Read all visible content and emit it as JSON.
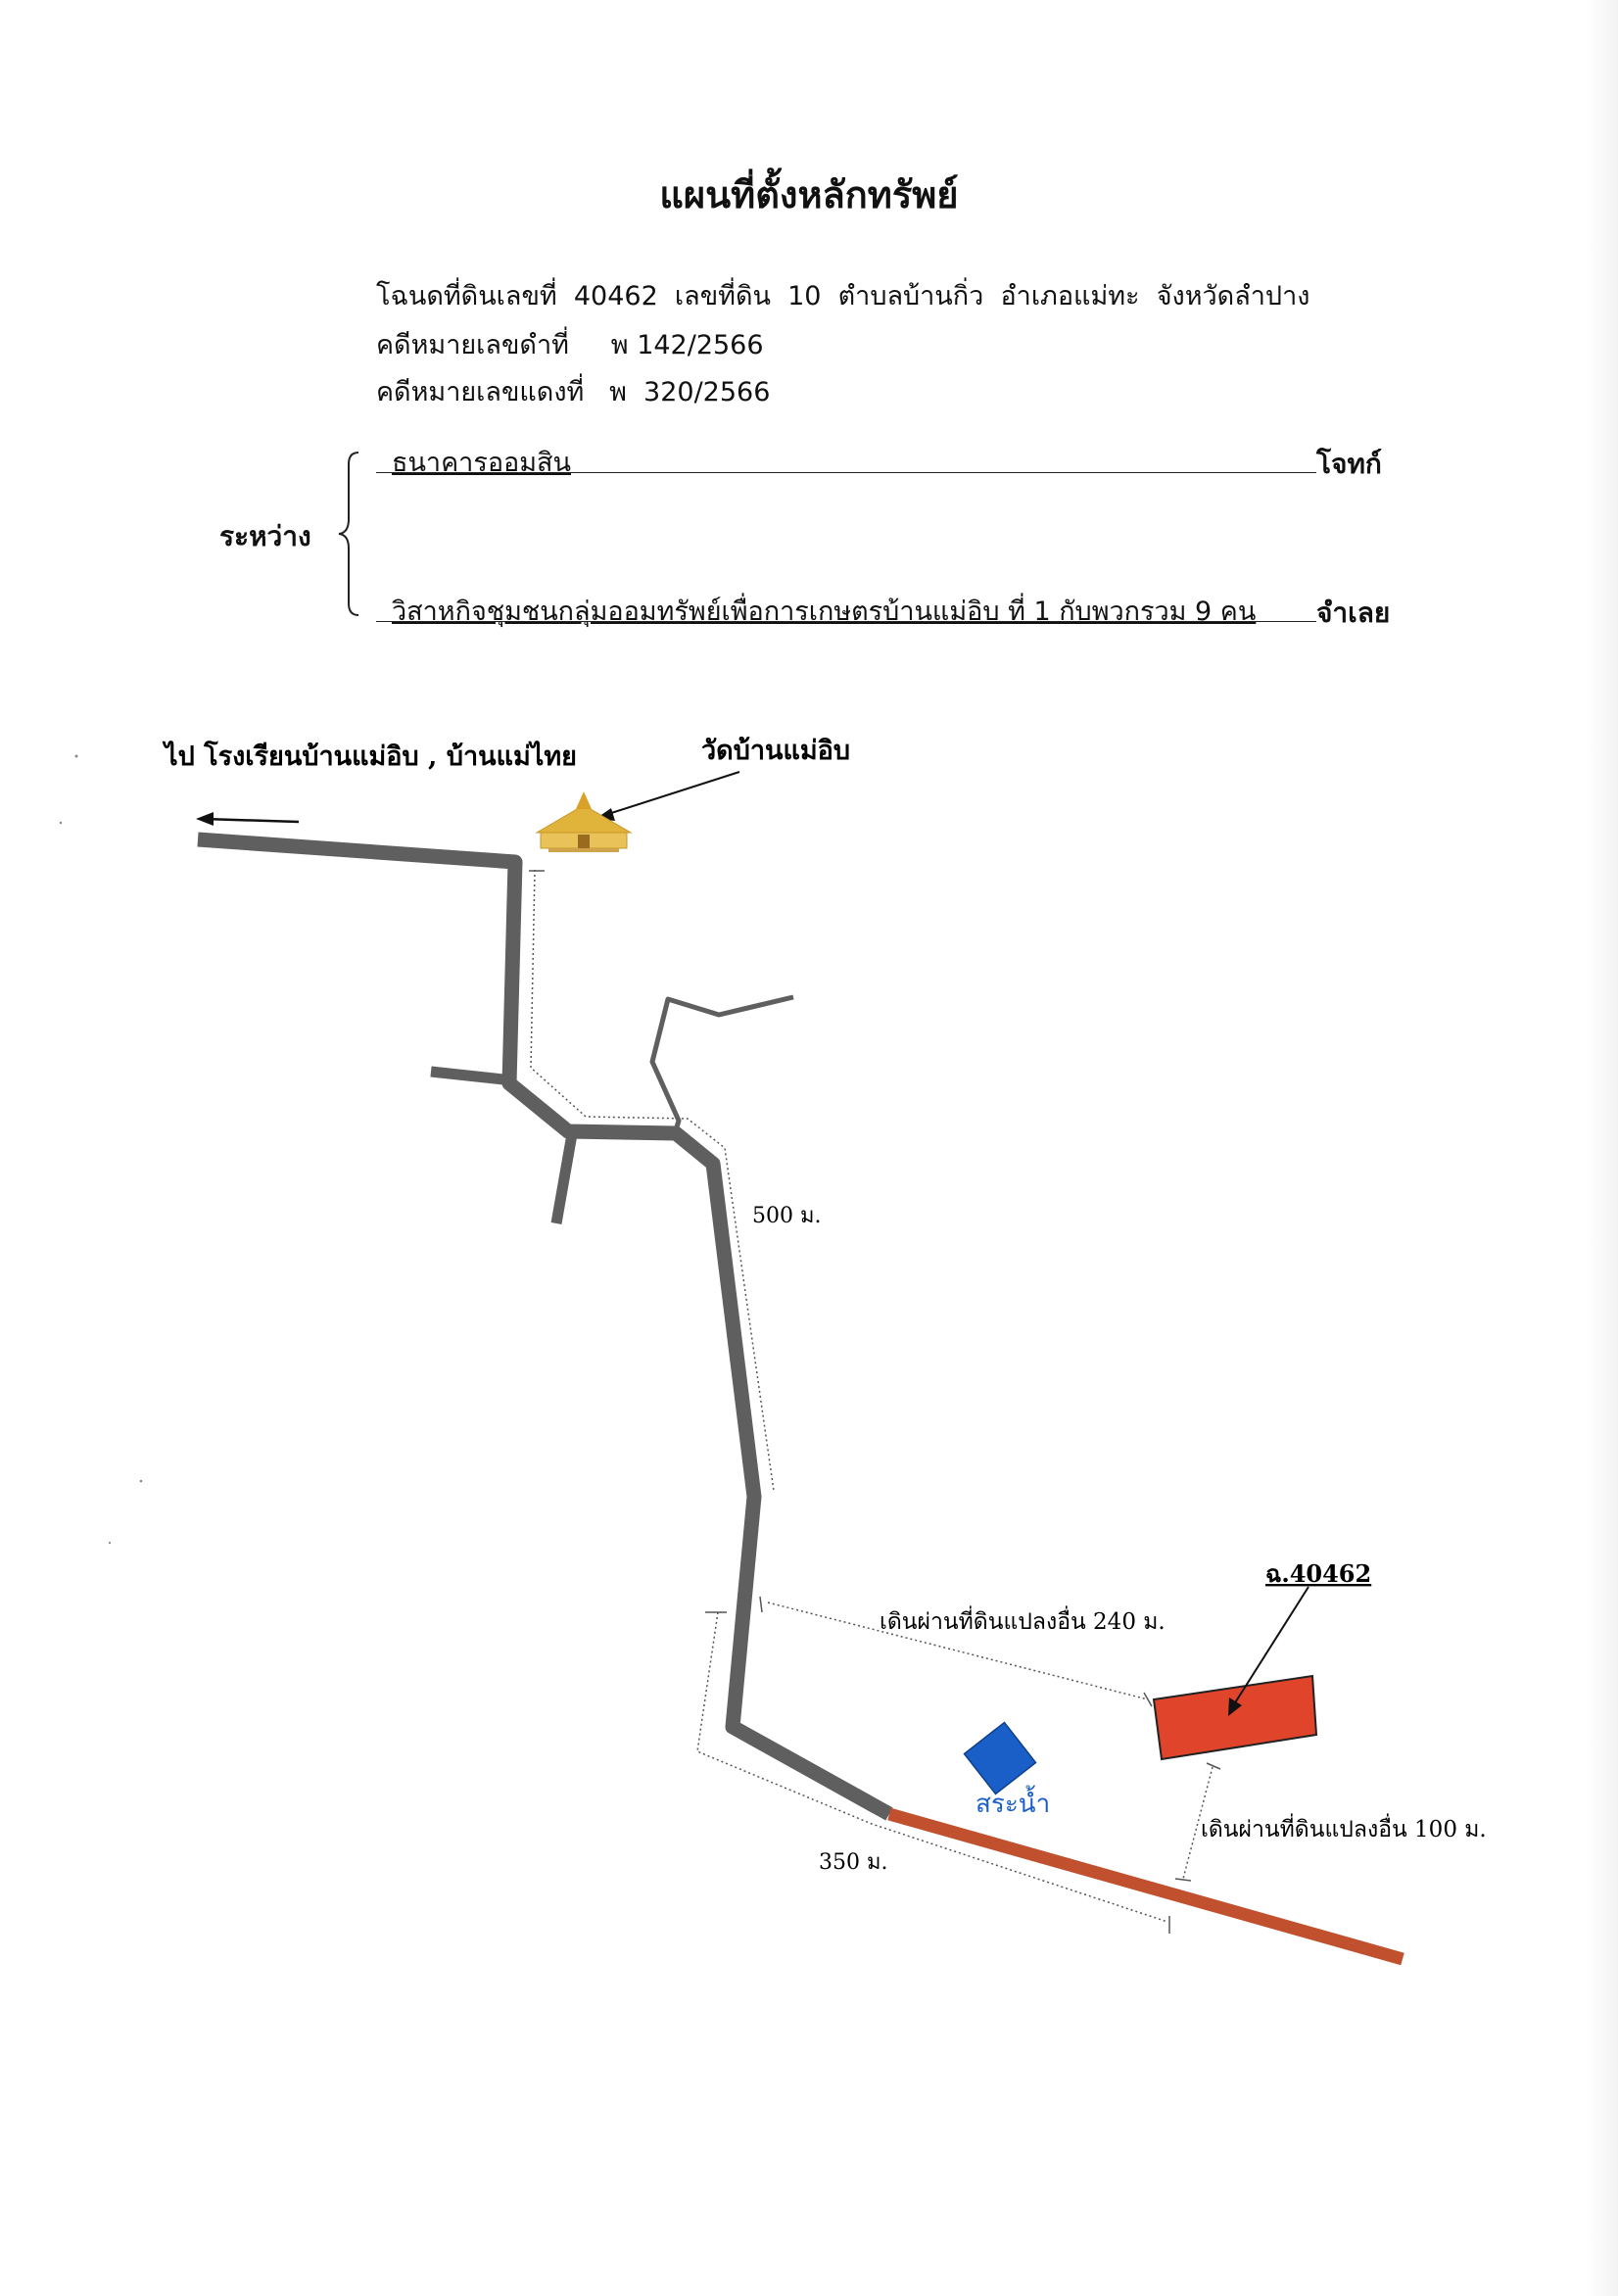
{
  "header": {
    "title": "แผนที่ตั้งหลักทรัพย์",
    "deed_line": "โฉนดที่ดินเลขที่  40462  เลขที่ดิน  10  ตำบลบ้านกิ่ว  อำเภอแม่ทะ  จังหวัดลำปาง",
    "black_case_line": "คดีหมายเลขดำที่     พ 142/2566",
    "red_case_line": "คดีหมายเลขแดงที่   พ  320/2566"
  },
  "parties": {
    "between_label": "ระหว่าง",
    "plaintiff_name": "ธนาคารออมสิน",
    "plaintiff_role": "โจทก์",
    "defendant_name": "วิสาหกิจชุมชนกลุ่มออมทรัพย์เพื่อการเกษตรบ้านแม่อิบ  ที่  1  กับพวกรวม 9 คน",
    "defendant_role": "จำเลย"
  },
  "map": {
    "direction_label": "ไป โรงเรียนบ้านแม่อิบ , บ้านแม่ไทย",
    "temple_label": "วัดบ้านแม่อิบ",
    "distance_500": "500 ม.",
    "distance_240": "เดินผ่านที่ดินแปลงอื่น 240 ม.",
    "distance_100": "เดินผ่านที่ดินแปลงอื่น 100 ม.",
    "distance_350": "350 ม.",
    "parcel_label": "ฉ.40462",
    "pond_label": "สระน้ำ",
    "icons": [
      "arrow-left-icon",
      "temple-icon",
      "pointer-arrow-icon"
    ],
    "colors": {
      "road": "#5f5f5f",
      "red_road": "#c0502e",
      "parcel": "#e0452b",
      "pond": "#1a5fc8",
      "temple": "#e0b43a"
    }
  }
}
